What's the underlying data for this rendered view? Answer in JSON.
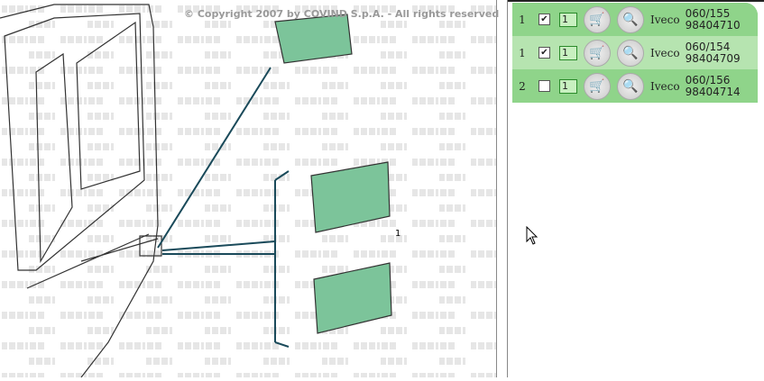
{
  "diagram": {
    "copyright": "© Copyright 2007 by COVIND S.p.A. - All rights reserved",
    "watermark": "COVIND",
    "ref_label": "1"
  },
  "parts": [
    {
      "qty": "1",
      "checked": true,
      "input_value": "1",
      "cart_icon": "cart-icon",
      "search_icon": "search-icon",
      "brand": "Iveco",
      "code": "060/155",
      "part_number": "98404710"
    },
    {
      "qty": "1",
      "checked": true,
      "input_value": "1",
      "cart_icon": "cart-icon",
      "search_icon": "search-icon",
      "brand": "Iveco",
      "code": "060/154",
      "part_number": "98404709"
    },
    {
      "qty": "2",
      "checked": false,
      "input_value": "1",
      "cart_icon": "cart-icon",
      "search_icon": "search-icon",
      "brand": "Iveco",
      "code": "060/156",
      "part_number": "98404714"
    }
  ],
  "colors": {
    "row": "#8fd48a",
    "row_alt": "#b6e4b0",
    "part": "#7cc49a",
    "leader": "#1a4a5a"
  }
}
